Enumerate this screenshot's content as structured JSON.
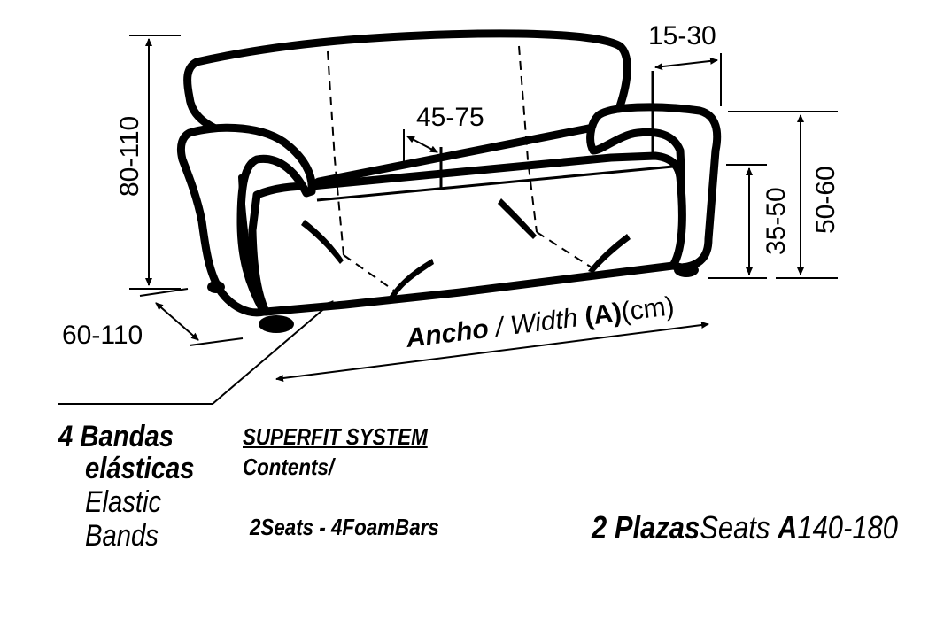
{
  "dimensions": {
    "total_height": "80-110",
    "depth": "60-110",
    "seat_depth": "45-75",
    "back_offset": "15-30",
    "seat_height": "35-50",
    "arm_height": "50-60"
  },
  "width_label": {
    "ancho": "Ancho",
    "sep": " / Width ",
    "a": "(A)",
    "unit": "(cm)"
  },
  "bands": {
    "line1": "4 Bandas",
    "line2": "elásticas",
    "line3": "Elastic",
    "line4": "Bands"
  },
  "system": {
    "title": "SUPERFIT SYSTEM",
    "contents": "Contents/",
    "items": "2Seats - 4FoamBars"
  },
  "size": {
    "plazas": "2 Plazas",
    "seats": "Seats ",
    "a": "A",
    "range": "140-180"
  }
}
